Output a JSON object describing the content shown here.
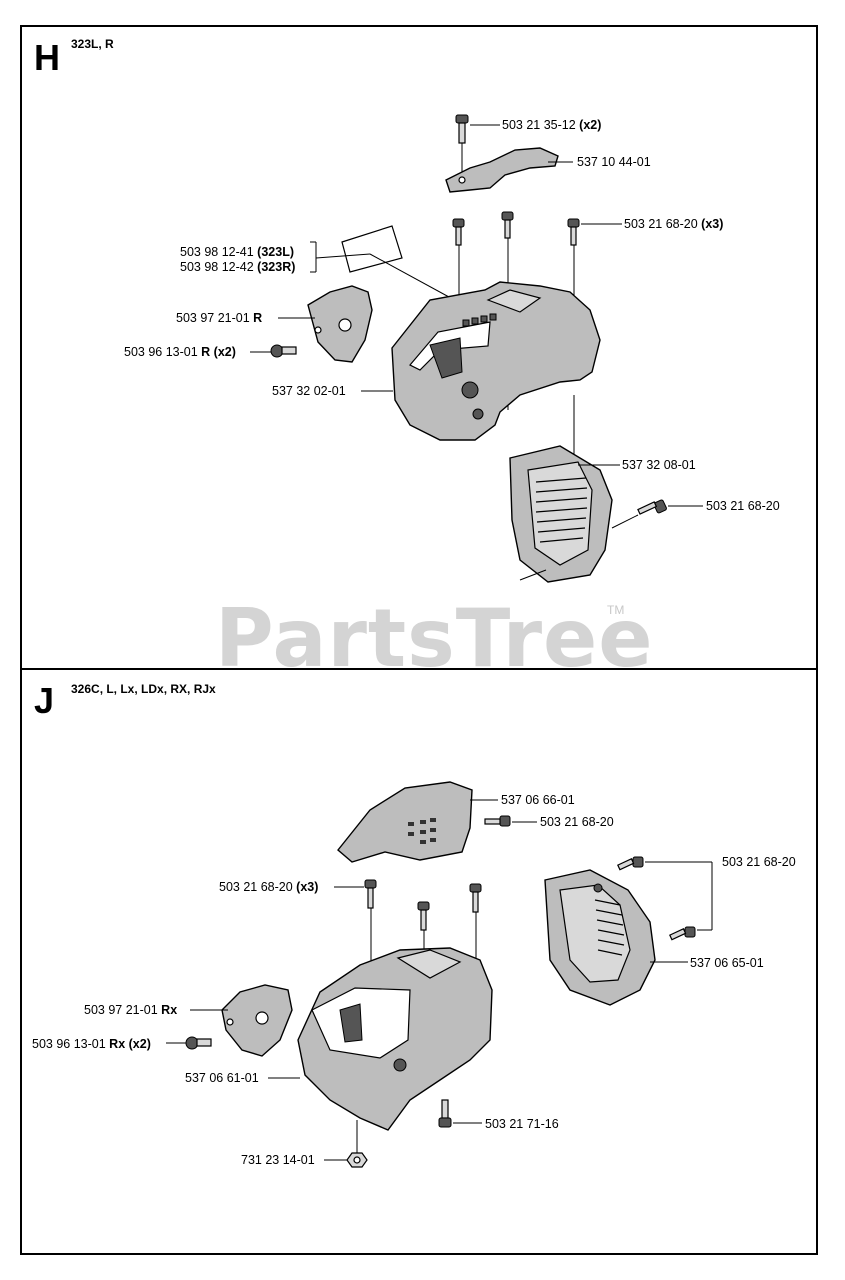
{
  "watermark": "PartsTree",
  "trademark": "TM",
  "section_h": {
    "letter": "H",
    "models": "323L, R",
    "labels": {
      "screw_top": {
        "pn": "503 21 35-12",
        "qty": "(x2)"
      },
      "cover_top": {
        "pn": "537 10 44-01"
      },
      "screw_x3": {
        "pn": "503 21 68-20",
        "qty": "(x3)"
      },
      "decal_l": {
        "pn": "503 98 12-41",
        "qty": "(323L)"
      },
      "decal_r": {
        "pn": "503 98 12-42",
        "qty": "(323R)"
      },
      "holder": {
        "pn": "503 97 21-01",
        "qty": "R"
      },
      "holder_screw": {
        "pn": "503 96 13-01",
        "qty": "R (x2)"
      },
      "cylinder_cover": {
        "pn": "537 32 02-01"
      },
      "side_cover": {
        "pn": "537 32 08-01"
      },
      "side_screw": {
        "pn": "503 21 68-20"
      }
    }
  },
  "section_j": {
    "letter": "J",
    "models": "326C, L, Lx, LDx, RX, RJx",
    "labels": {
      "top_cover": {
        "pn": "537 06 66-01"
      },
      "top_screw": {
        "pn": "503 21 68-20"
      },
      "right_screw": {
        "pn": "503 21 68-20"
      },
      "screw_x3": {
        "pn": "503 21 68-20",
        "qty": "(x3)"
      },
      "side_cover": {
        "pn": "537 06 65-01"
      },
      "holder": {
        "pn": "503 97 21-01",
        "qty": "Rx"
      },
      "holder_screw": {
        "pn": "503 96 13-01",
        "qty": "Rx (x2)"
      },
      "cylinder_cover": {
        "pn": "537 06 61-01"
      },
      "bottom_screw": {
        "pn": "503 21 71-16"
      },
      "nut": {
        "pn": "731 23 14-01"
      }
    }
  }
}
